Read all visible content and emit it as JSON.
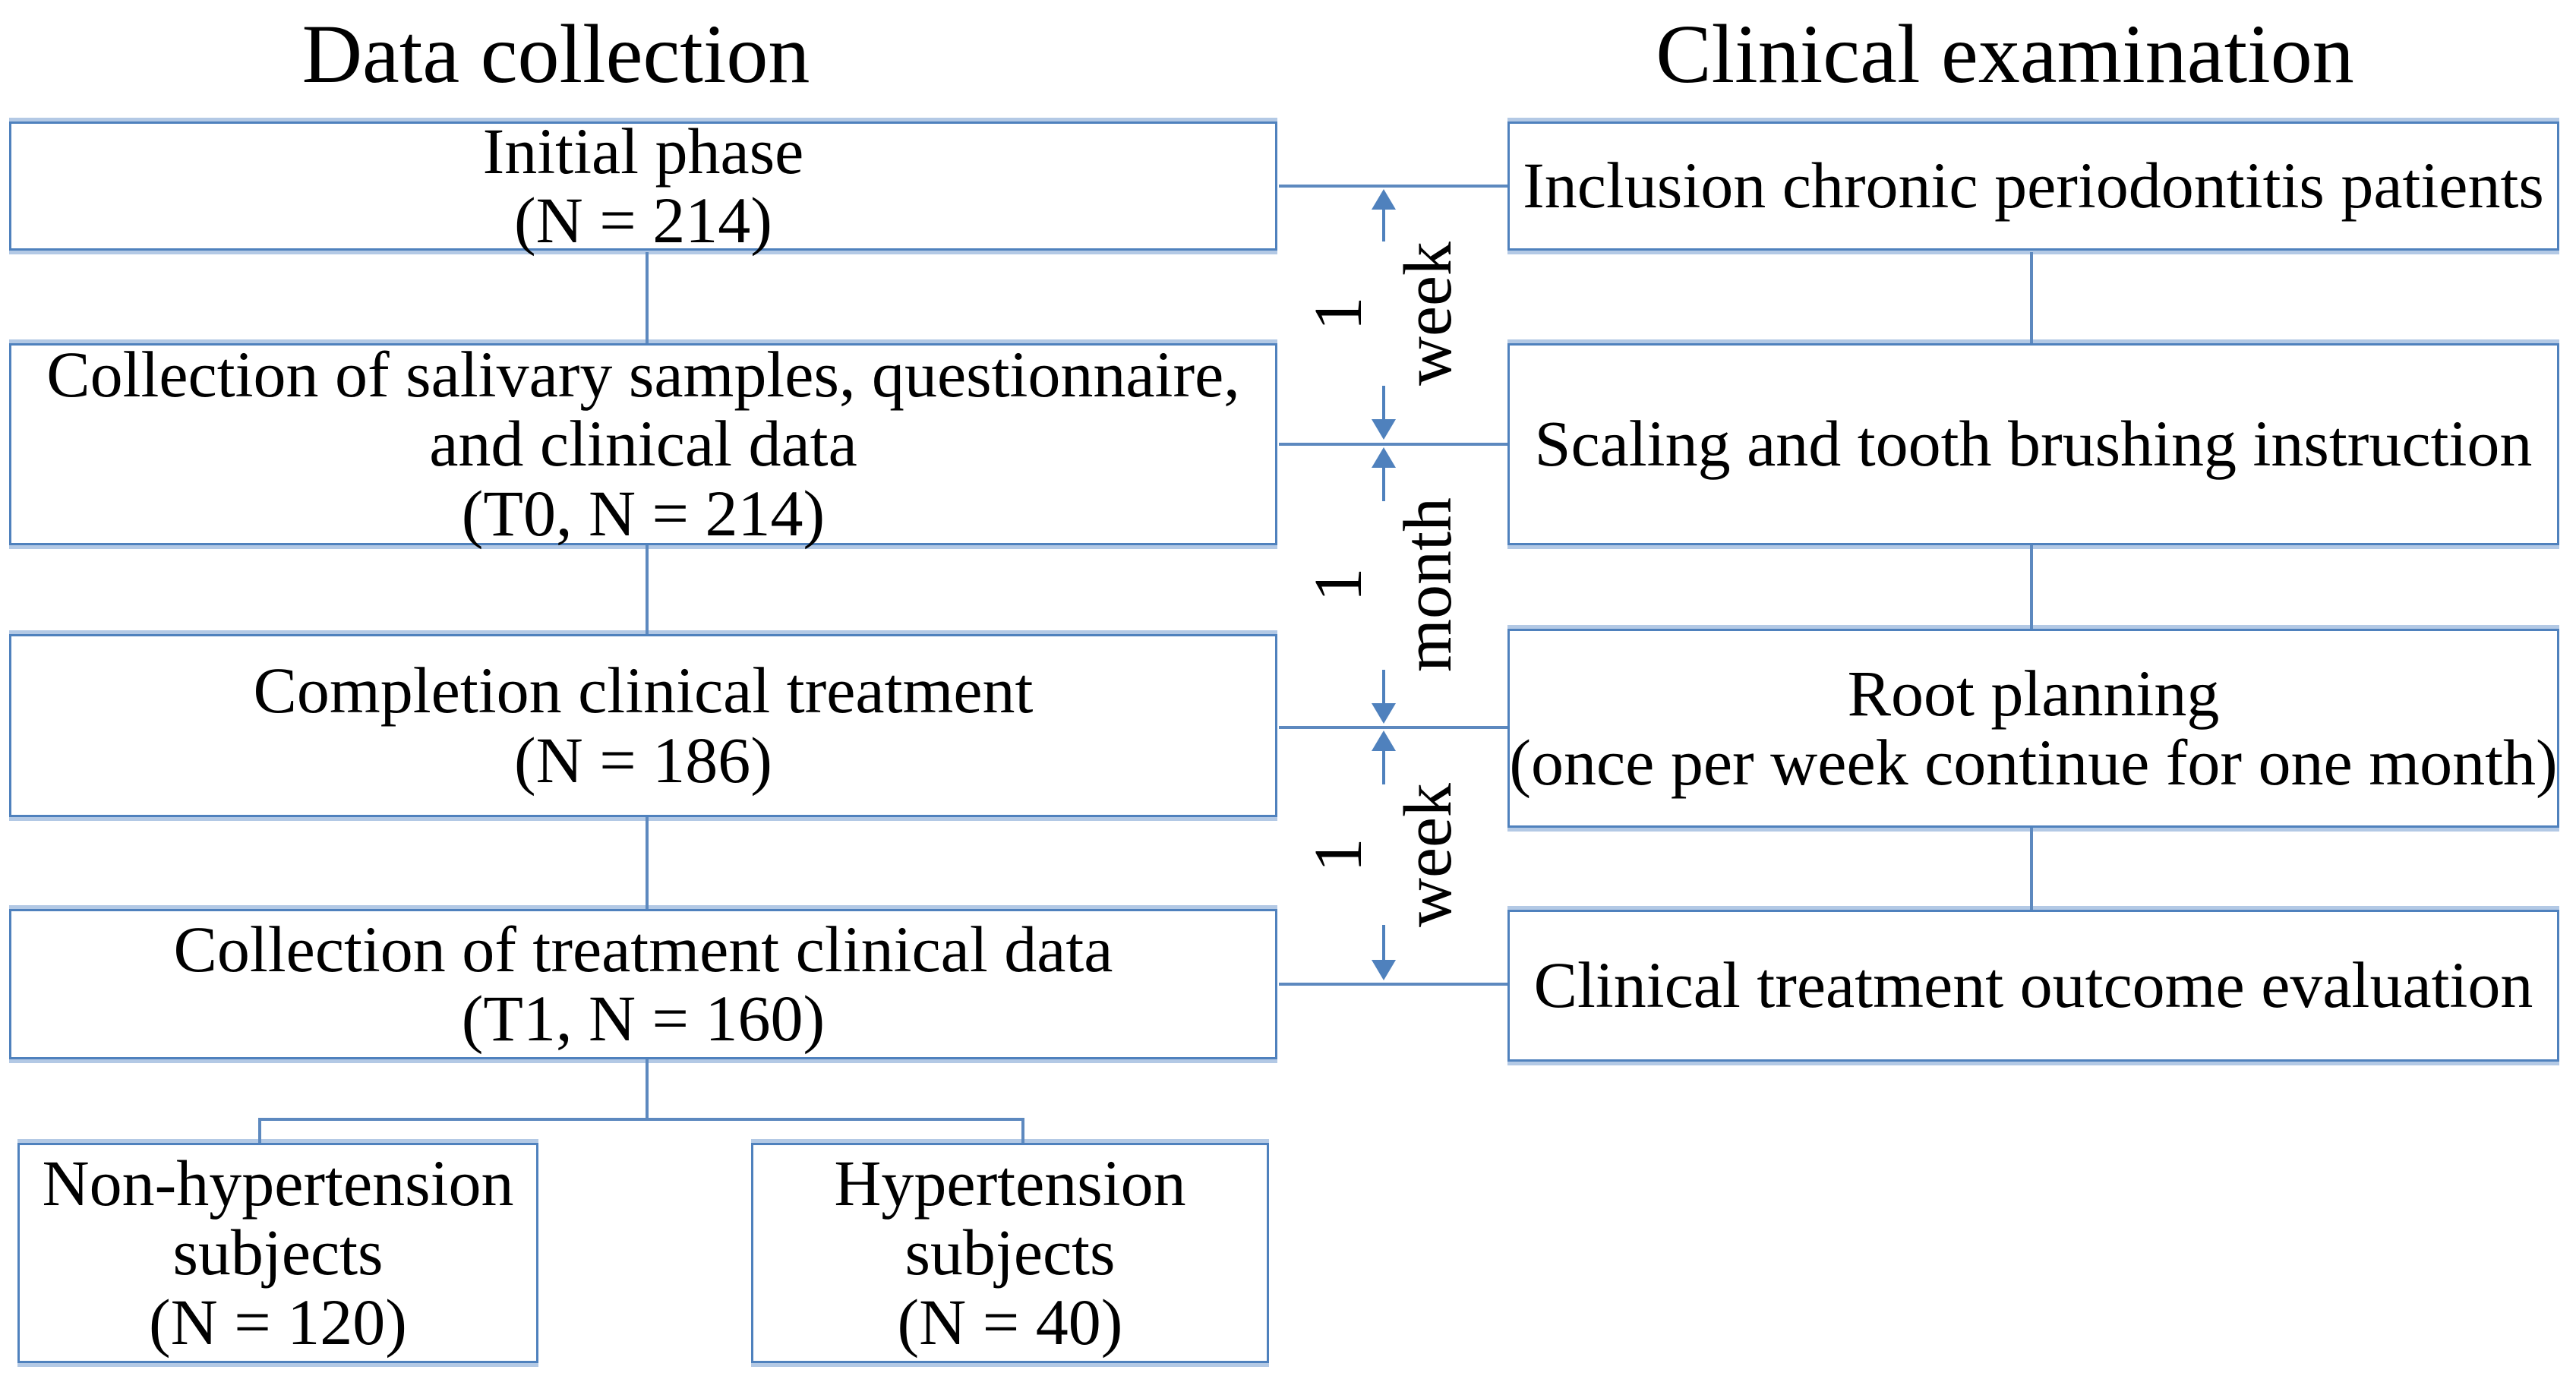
{
  "title_row": {
    "left": "Data collection",
    "right": "Clinical examination"
  },
  "left_column": [
    {
      "id": "initial-phase",
      "lines": [
        "Initial phase",
        "(N = 214)"
      ]
    },
    {
      "id": "salivary-collection",
      "lines": [
        "Collection of salivary samples, questionnaire,",
        "and clinical data",
        "(T0, N = 214)"
      ]
    },
    {
      "id": "completion-treatment",
      "lines": [
        "Completion clinical treatment",
        "(N = 186)"
      ]
    },
    {
      "id": "treatment-data-collection",
      "lines": [
        "Collection of treatment clinical data",
        "(T1, N = 160)"
      ]
    }
  ],
  "split_boxes": [
    {
      "id": "non-hypertension",
      "lines": [
        "Non-hypertension",
        "subjects",
        "(N = 120)"
      ]
    },
    {
      "id": "hypertension",
      "lines": [
        "Hypertension",
        "subjects",
        "(N = 40)"
      ]
    }
  ],
  "right_column": [
    {
      "id": "inclusion-patients",
      "lines": [
        "Inclusion chronic periodontitis patients"
      ]
    },
    {
      "id": "scaling-instruction",
      "lines": [
        "Scaling and tooth brushing instruction"
      ]
    },
    {
      "id": "root-planning",
      "lines": [
        "Root planning",
        "(once per week continue for one month)"
      ]
    },
    {
      "id": "outcome-evaluation",
      "lines": [
        "Clinical treatment outcome evaluation"
      ]
    }
  ],
  "intervals": [
    {
      "value": "1",
      "unit": "week"
    },
    {
      "value": "1",
      "unit": "month"
    },
    {
      "value": "1",
      "unit": "week"
    }
  ],
  "colors": {
    "line_blue": "#5d89bf",
    "border_blue": "#4f81bd",
    "border_halo": "#b3c9e5",
    "text": "#000000"
  }
}
